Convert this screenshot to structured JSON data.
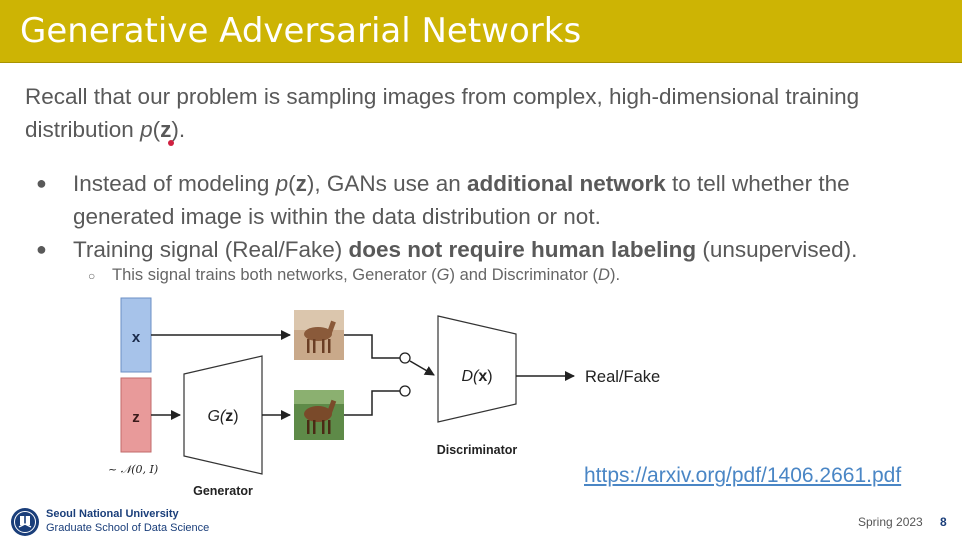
{
  "slide": {
    "title": "Generative Adversarial Networks",
    "intro_line1": "Recall that our problem is sampling images from complex, high-dimensional training",
    "intro_line2_pre": "distribution ",
    "intro_p": "p",
    "intro_z": "z",
    "intro_open": "(",
    "intro_close": ").",
    "bullets": [
      {
        "pre": "Instead of modeling ",
        "p": "p",
        "open": "(",
        "z": "z",
        "mid": "), GANs use an ",
        "bold": "additional network",
        "post": " to tell whether the generated image is within the data distribution or not."
      },
      {
        "pre": "Training signal (Real/Fake) ",
        "bold": "does not require human labeling",
        "post": " (unsupervised)."
      }
    ],
    "sub_bullet": {
      "pre": "This signal trains both networks, Generator (",
      "g": "G",
      "mid": ") and Discriminator (",
      "d": "D",
      "post": ")."
    },
    "diagram": {
      "x_label": "x",
      "z_label": "z",
      "noise_label": "~ 𝒩(0, I)",
      "generator_fn_pre": "G(",
      "generator_fn_arg": "z",
      "generator_fn_post": ")",
      "generator_caption": "Generator",
      "discriminator_fn_pre": "D(",
      "discriminator_fn_arg": "x",
      "discriminator_fn_post": ")",
      "discriminator_caption": "Discriminator",
      "output_label": "Real/Fake",
      "colors": {
        "x_box": "#a7c3ea",
        "z_box": "#e89a9a"
      }
    },
    "link": "https://arxiv.org/pdf/1406.2661.pdf",
    "footer": {
      "university": "Seoul National University",
      "school": "Graduate School of Data Science",
      "term": "Spring 2023",
      "page": "8"
    }
  }
}
